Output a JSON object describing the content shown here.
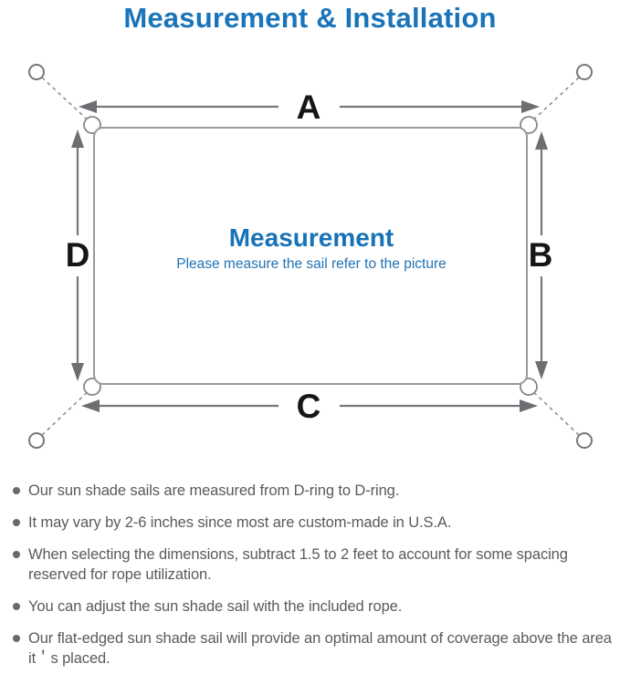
{
  "page": {
    "title": "Measurement & Installation"
  },
  "diagram": {
    "labels": {
      "top": "A",
      "right": "B",
      "bottom": "C",
      "left": "D"
    },
    "center_title": "Measurement",
    "center_subtitle": "Please measure the sail refer to the picture"
  },
  "notes": {
    "items": [
      {
        "text": "Our sun shade sails are measured from D-ring to D-ring."
      },
      {
        "text": "It may vary by 2-6 inches since most are custom-made in U.S.A."
      },
      {
        "text": "When selecting the dimensions, subtract 1.5 to 2 feet to account for some spacing reserved for rope utilization."
      },
      {
        "text": "You can adjust the sun shade sail with the included rope."
      },
      {
        "text": "Our flat-edged sun shade sail will provide an optimal amount of coverage above the area it＇s placed."
      }
    ]
  },
  "colors": {
    "accent_blue": "#1a74ba",
    "center_text_blue": "#1772b7",
    "line_gray": "#8f9093",
    "arrow_gray": "#6d6e71",
    "body_text_gray": "#595a5c",
    "label_black": "#161616",
    "background": "#ffffff"
  }
}
